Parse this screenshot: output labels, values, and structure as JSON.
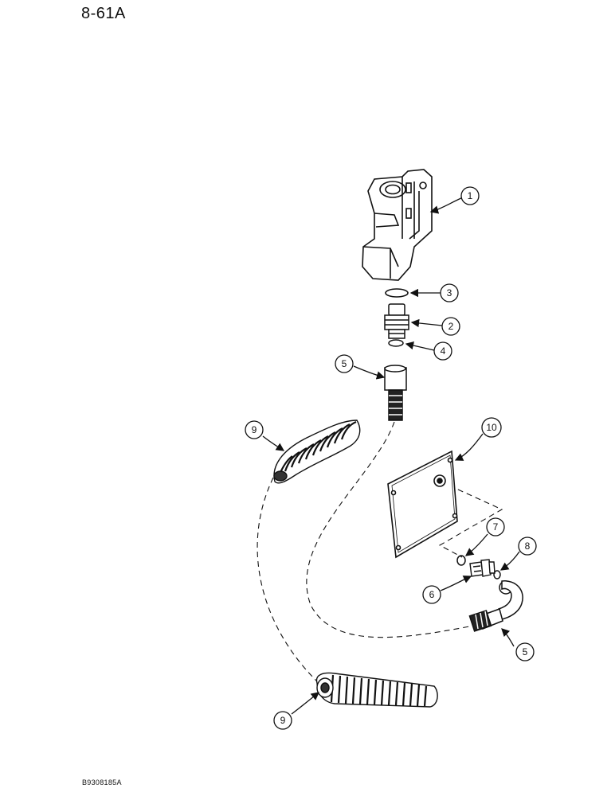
{
  "page_ref": "8-61A",
  "drawing_id": "B9308185A",
  "callouts": [
    {
      "key": "c1",
      "label": "1",
      "part": "valve-body"
    },
    {
      "key": "c3",
      "label": "3",
      "part": "o-ring-upper"
    },
    {
      "key": "c2",
      "label": "2",
      "part": "adapter-fitting"
    },
    {
      "key": "c4",
      "label": "4",
      "part": "o-ring-lower"
    },
    {
      "key": "c5a",
      "label": "5",
      "part": "hose-end-upper"
    },
    {
      "key": "c9a",
      "label": "9",
      "part": "hose-sleeve-upper"
    },
    {
      "key": "c10",
      "label": "10",
      "part": "mounting-plate"
    },
    {
      "key": "c7",
      "label": "7",
      "part": "o-ring-plate"
    },
    {
      "key": "c8",
      "label": "8",
      "part": "o-ring-elbow"
    },
    {
      "key": "c6",
      "label": "6",
      "part": "plate-fitting"
    },
    {
      "key": "c5b",
      "label": "5",
      "part": "hose-end-elbow"
    },
    {
      "key": "c9b",
      "label": "9",
      "part": "hose-sleeve-lower"
    }
  ],
  "colors": {
    "ink": "#111111",
    "paper": "#ffffff"
  }
}
